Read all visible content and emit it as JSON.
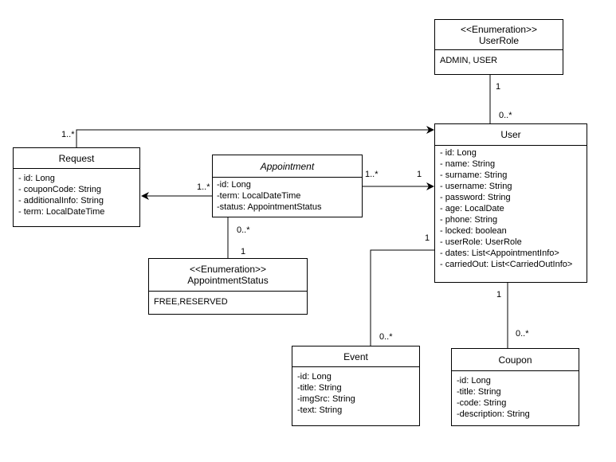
{
  "classes": {
    "userrole": {
      "stereotype": "<<Enumeration>>",
      "name": "UserRole",
      "attributes": [
        "ADMIN, USER"
      ]
    },
    "user": {
      "name": "User",
      "attributes": [
        "- id: Long",
        "- name: String",
        "- surname: String",
        "- username: String",
        "- password: String",
        "- age: LocalDate",
        "- phone: String",
        "- locked: boolean",
        "- userRole: UserRole",
        "- dates: List<AppointmentInfo>",
        "- carriedOut: List<CarriedOutInfo>"
      ]
    },
    "request": {
      "name": "Request",
      "attributes": [
        "- id: Long",
        "- couponCode: String",
        "- additionalInfo: String",
        "- term: LocalDateTime"
      ]
    },
    "appointment": {
      "name": "Appointment",
      "attributes": [
        "-id: Long",
        "-term: LocalDateTime",
        "-status: AppointmentStatus"
      ]
    },
    "appointmentstatus": {
      "stereotype": "<<Enumeration>>",
      "name": "AppointmentStatus",
      "attributes": [
        "FREE,RESERVED"
      ]
    },
    "event": {
      "name": "Event",
      "attributes": [
        "-id: Long",
        "-title: String",
        "-imgSrc: String",
        "-text: String"
      ]
    },
    "coupon": {
      "name": "Coupon",
      "attributes": [
        "-id: Long",
        "-title: String",
        "-code: String",
        "-description: String"
      ]
    }
  },
  "multiplicities": {
    "userrole_user_top": "1",
    "userrole_user_bottom": "0..*",
    "request_user": "1..*",
    "appointment_request": "1..*",
    "appointment_user_left": "1..*",
    "appointment_user_right": "1",
    "appointment_status_top": "0..*",
    "appointment_status_bottom": "1",
    "user_event_top": "1",
    "user_event_bottom": "0..*",
    "user_coupon_top": "1",
    "user_coupon_bottom": "0..*"
  }
}
